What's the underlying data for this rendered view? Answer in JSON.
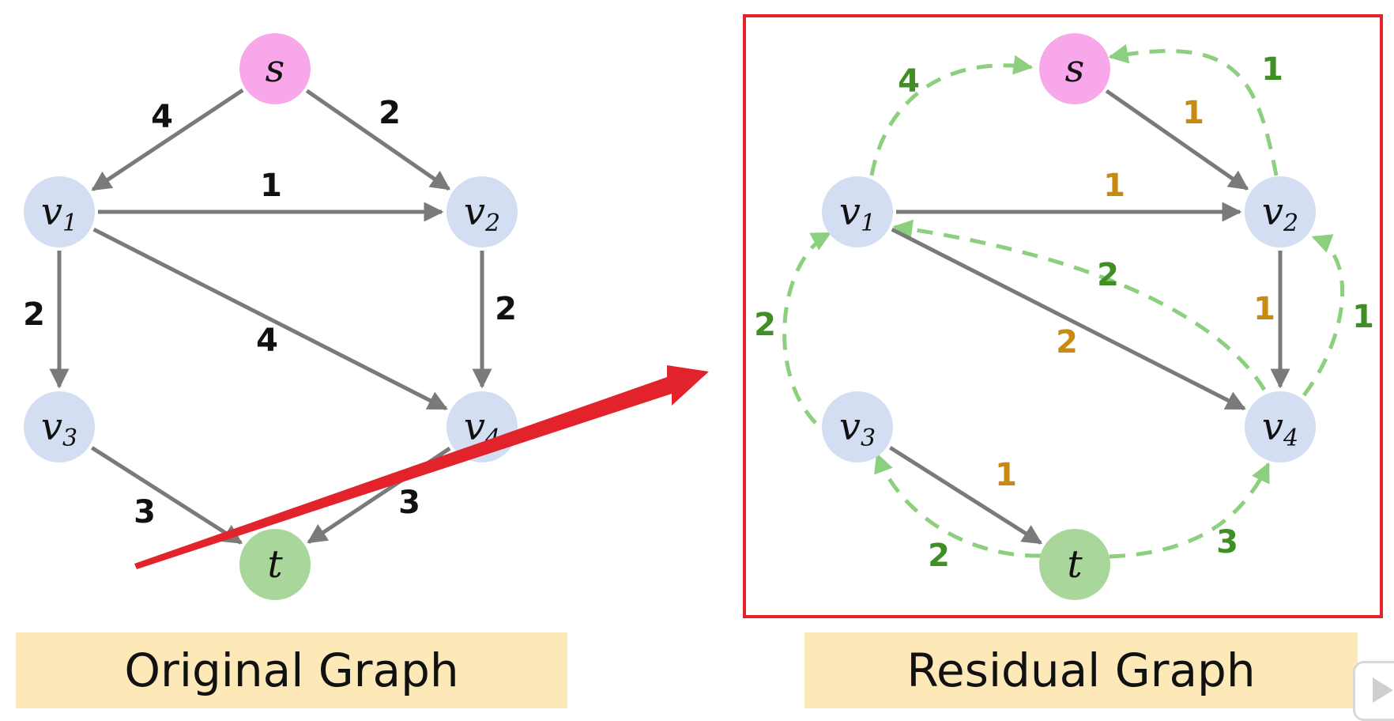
{
  "colors": {
    "source": "#f8a8ea",
    "sink": "#a9d69a",
    "inner": "#d4def2",
    "edge": "#7a7a7a",
    "orig_weight": "#111111",
    "forward_weight": "#c98a12",
    "backward": "#8ccf7e",
    "backward_weight": "#3f8f24",
    "frame": "#e3232b",
    "caption_bg": "#fde9b8"
  },
  "captions": {
    "left": "Original Graph",
    "right": "Residual Graph"
  },
  "icons": {
    "arrow": "big-red-arrow-icon",
    "corner": "play-badge-icon"
  },
  "original": {
    "nodes": [
      {
        "id": "s",
        "name": "s",
        "sub": ""
      },
      {
        "id": "v1",
        "name": "v",
        "sub": "1"
      },
      {
        "id": "v2",
        "name": "v",
        "sub": "2"
      },
      {
        "id": "v3",
        "name": "v",
        "sub": "3"
      },
      {
        "id": "v4",
        "name": "v",
        "sub": "4"
      },
      {
        "id": "t",
        "name": "t",
        "sub": ""
      }
    ],
    "edges": [
      {
        "from": "s",
        "to": "v1",
        "label": "4"
      },
      {
        "from": "s",
        "to": "v2",
        "label": "2"
      },
      {
        "from": "v1",
        "to": "v2",
        "label": "1"
      },
      {
        "from": "v1",
        "to": "v3",
        "label": "2"
      },
      {
        "from": "v1",
        "to": "v4",
        "label": "4"
      },
      {
        "from": "v2",
        "to": "v4",
        "label": "2"
      },
      {
        "from": "v3",
        "to": "t",
        "label": "3"
      },
      {
        "from": "v4",
        "to": "t",
        "label": "3"
      }
    ]
  },
  "residual": {
    "forward_edges": [
      {
        "from": "s",
        "to": "v2",
        "label": "1"
      },
      {
        "from": "v1",
        "to": "v2",
        "label": "1"
      },
      {
        "from": "v1",
        "to": "v4",
        "label": "2"
      },
      {
        "from": "v2",
        "to": "v4",
        "label": "1"
      },
      {
        "from": "v3",
        "to": "t",
        "label": "1"
      }
    ],
    "backward_edges": [
      {
        "from": "v1",
        "to": "s",
        "label": "4"
      },
      {
        "from": "v2",
        "to": "s",
        "label": "1"
      },
      {
        "from": "v4",
        "to": "v1",
        "label": "2"
      },
      {
        "from": "v3",
        "to": "v1",
        "label": "2"
      },
      {
        "from": "v4",
        "to": "v2",
        "label": "1"
      },
      {
        "from": "t",
        "to": "v3",
        "label": "2"
      },
      {
        "from": "t",
        "to": "v4",
        "label": "3"
      }
    ]
  }
}
